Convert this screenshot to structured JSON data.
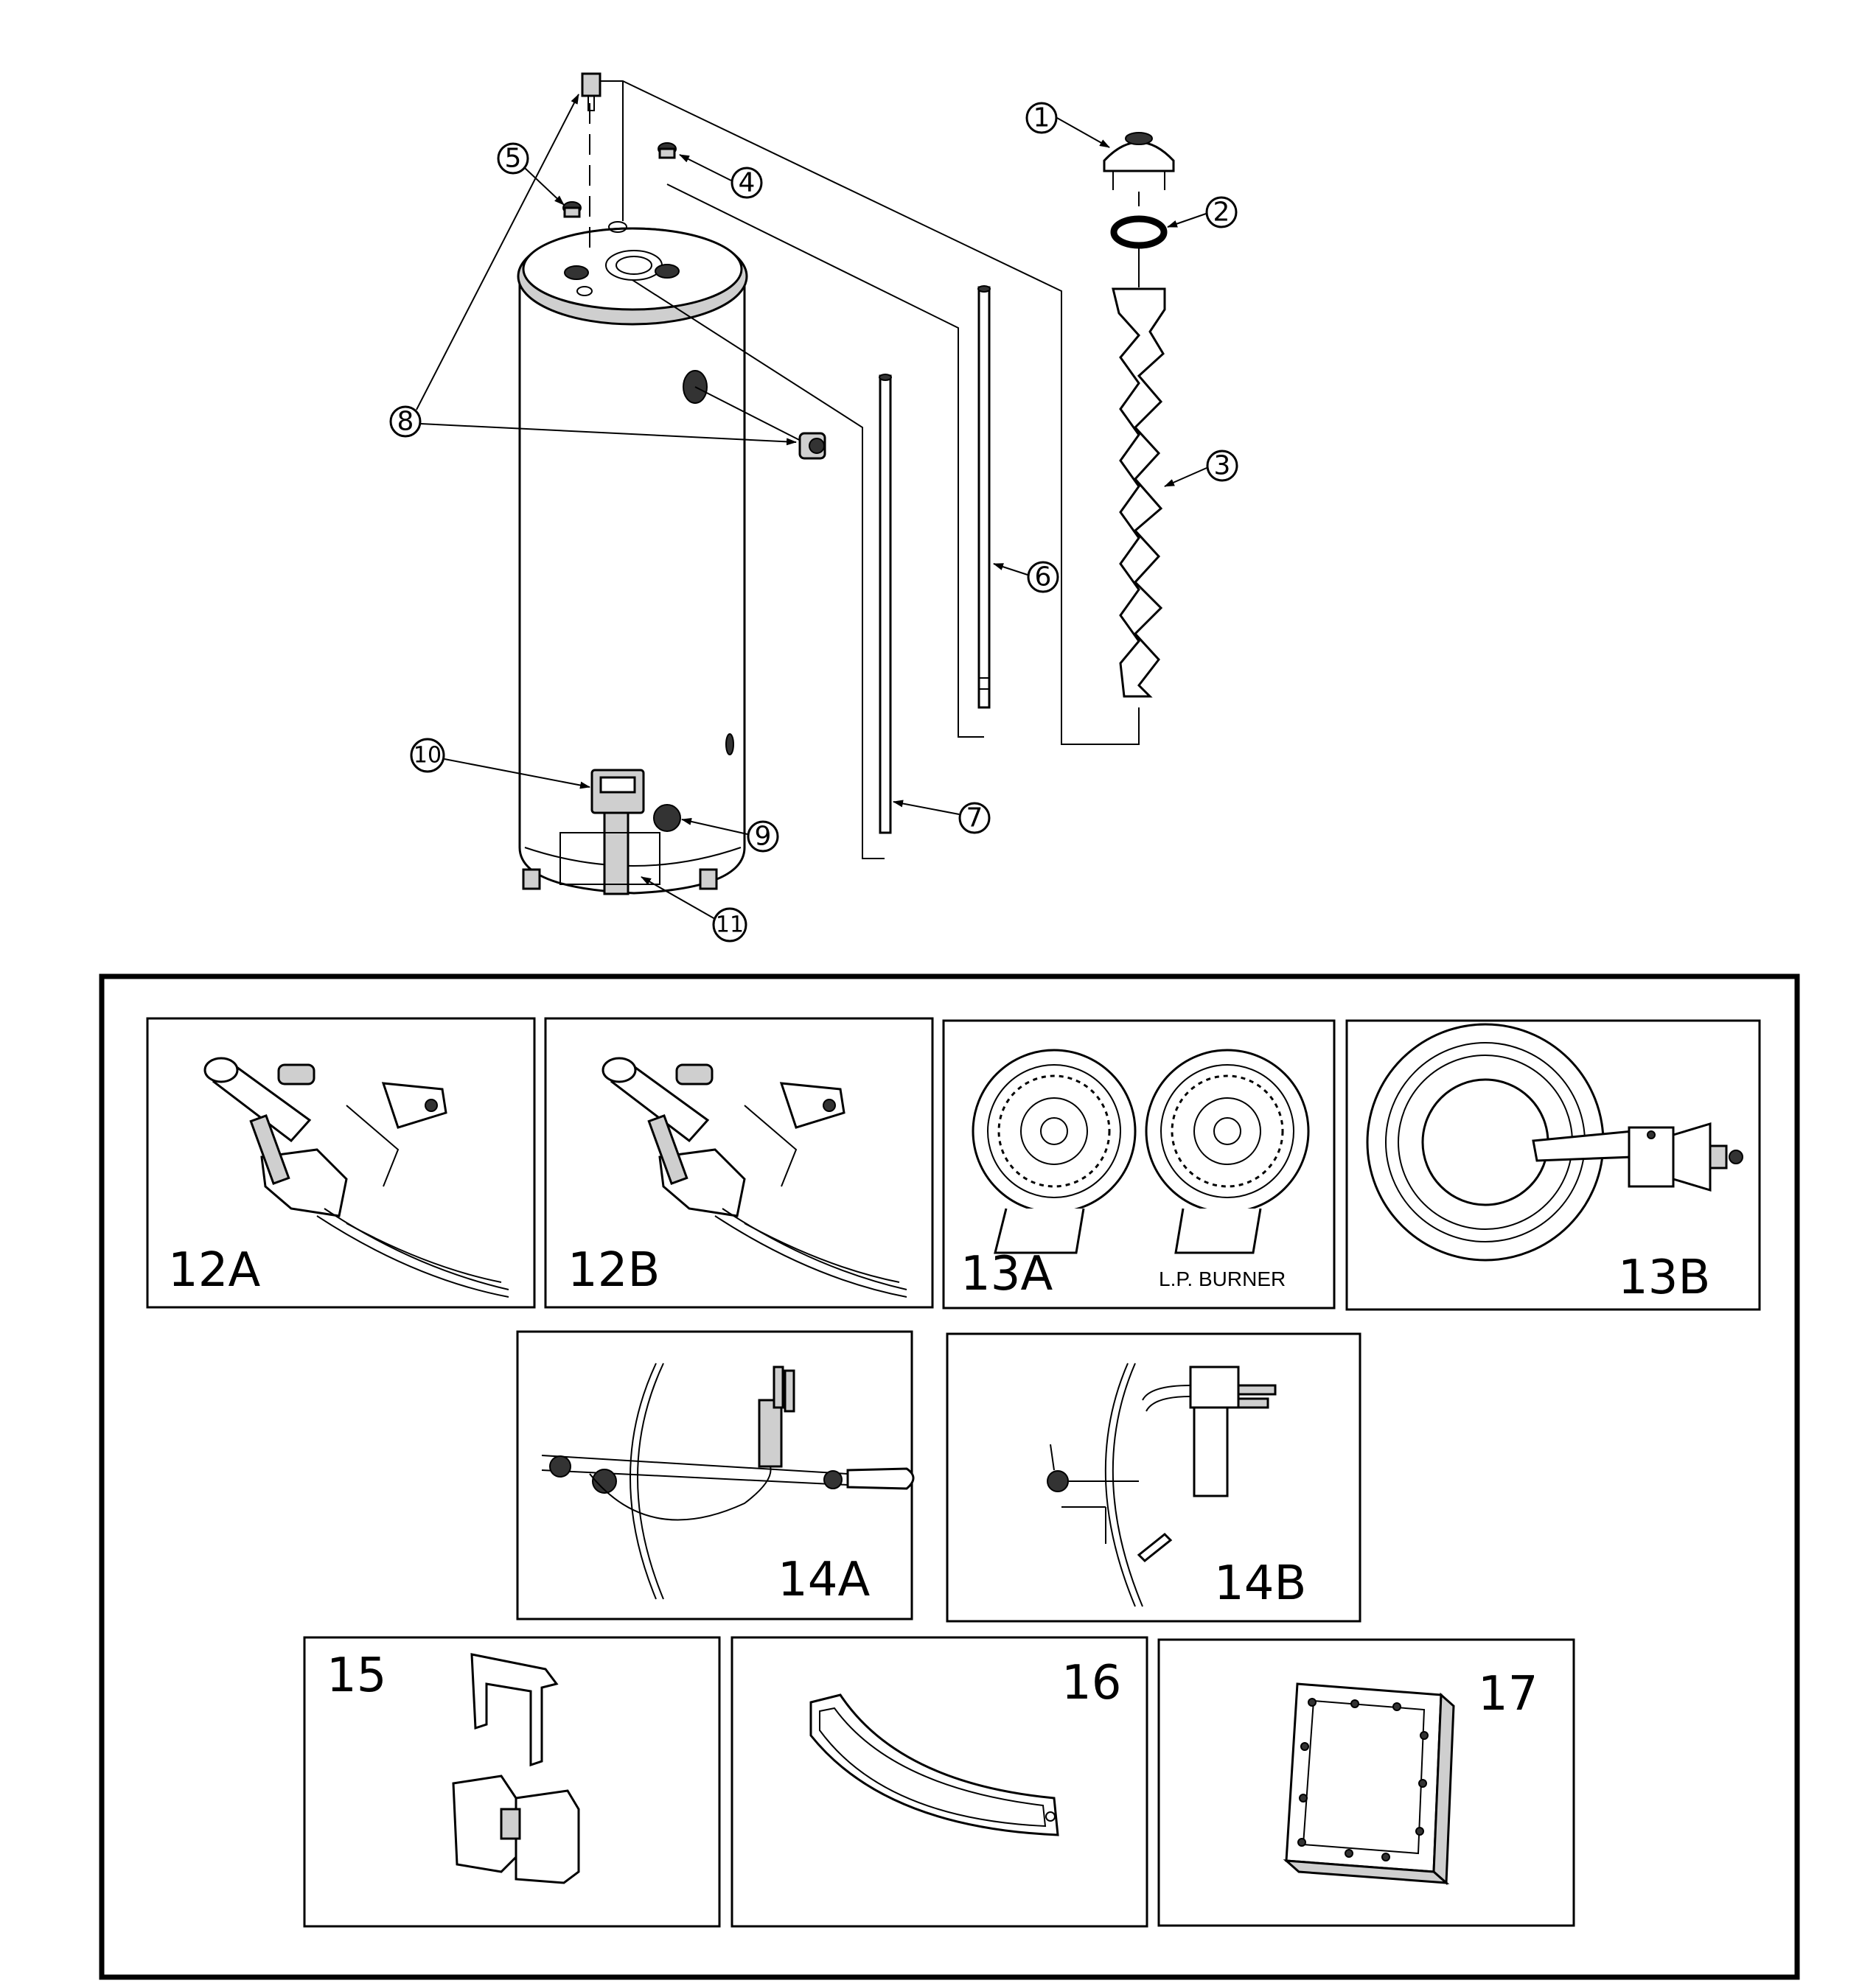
{
  "callouts": [
    "1",
    "2",
    "3",
    "4",
    "5",
    "6",
    "7",
    "8",
    "9",
    "10",
    "11"
  ],
  "panels": {
    "p12a": "12A",
    "p12b": "12B",
    "p13a": "13A",
    "p13a_sub": "L.P. BURNER",
    "p13b": "13B",
    "p14a": "14A",
    "p14b": "14B",
    "p15": "15",
    "p16": "16",
    "p17": "17"
  }
}
